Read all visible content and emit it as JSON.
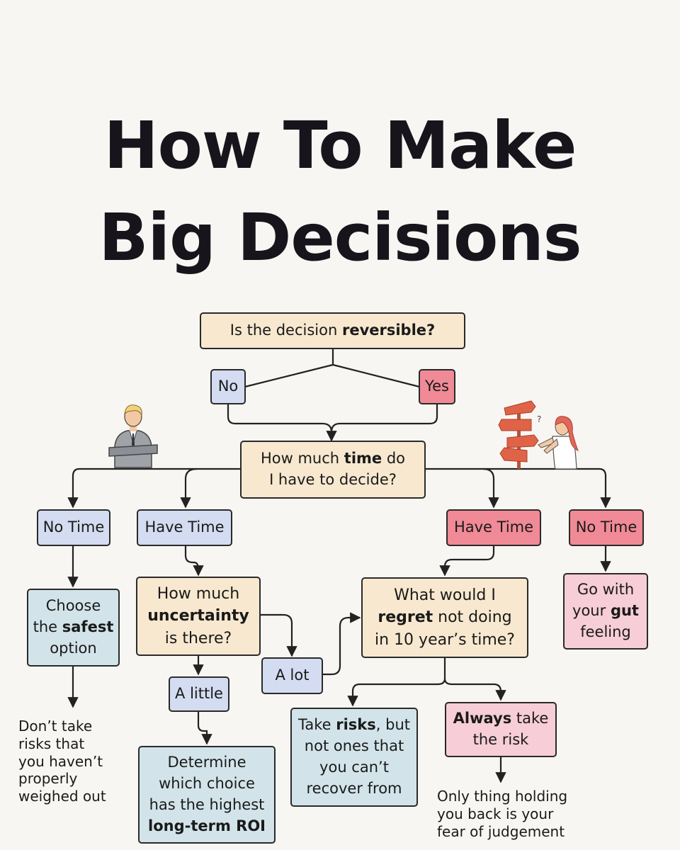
{
  "title": {
    "line1": "How To Make",
    "line2": "Big Decisions"
  },
  "nodes": {
    "q1": {
      "pre": "Is the decision ",
      "bold": "reversible?"
    },
    "no": "No",
    "yes": "Yes",
    "q2": {
      "l1_pre": "How much ",
      "l1_bold": "time",
      "l1_post": " do",
      "l2": "I have to decide?"
    },
    "no_time_left": "No Time",
    "have_time_left": "Have Time",
    "have_time_right": "Have Time",
    "no_time_right": "No Time",
    "safest": {
      "l1": "Choose",
      "l2_pre": "the ",
      "l2_bold": "safest",
      "l3": "option"
    },
    "uncertainty": {
      "l1": "How much",
      "l2_bold": "uncertainty",
      "l3": "is there?"
    },
    "regret": {
      "l1": "What would I",
      "l2_bold": "regret",
      "l2_post": " not doing",
      "l3": "in 10 year’s time?"
    },
    "gut": {
      "l1": "Go with",
      "l2_pre": "your ",
      "l2_bold": "gut",
      "l3": "feeling"
    },
    "a_little": "A little",
    "a_lot": "A lot",
    "roi": {
      "l1": "Determine",
      "l2": "which choice",
      "l3": "has the highest",
      "l4_bold": "long-term ROI"
    },
    "risks": {
      "l1_pre": "Take ",
      "l1_bold": "risks",
      "l1_post": ", but",
      "l2": "not ones that",
      "l3": "you can’t",
      "l4": "recover from"
    },
    "always": {
      "l1_bold": "Always",
      "l1_post": " take",
      "l2": "the risk"
    }
  },
  "notes": {
    "left": [
      "Don’t take",
      "risks that",
      "you haven’t",
      "properly",
      "weighed out"
    ],
    "right": [
      "Only thing holding",
      "you back is your",
      "fear of judgement"
    ]
  },
  "colors": {
    "beige": "#f7e8cf",
    "blue": "#d3dcf0",
    "red": "#f08a96",
    "pink": "#f7cdd8",
    "teal": "#d2e4ea",
    "line": "#2a2a2a"
  }
}
